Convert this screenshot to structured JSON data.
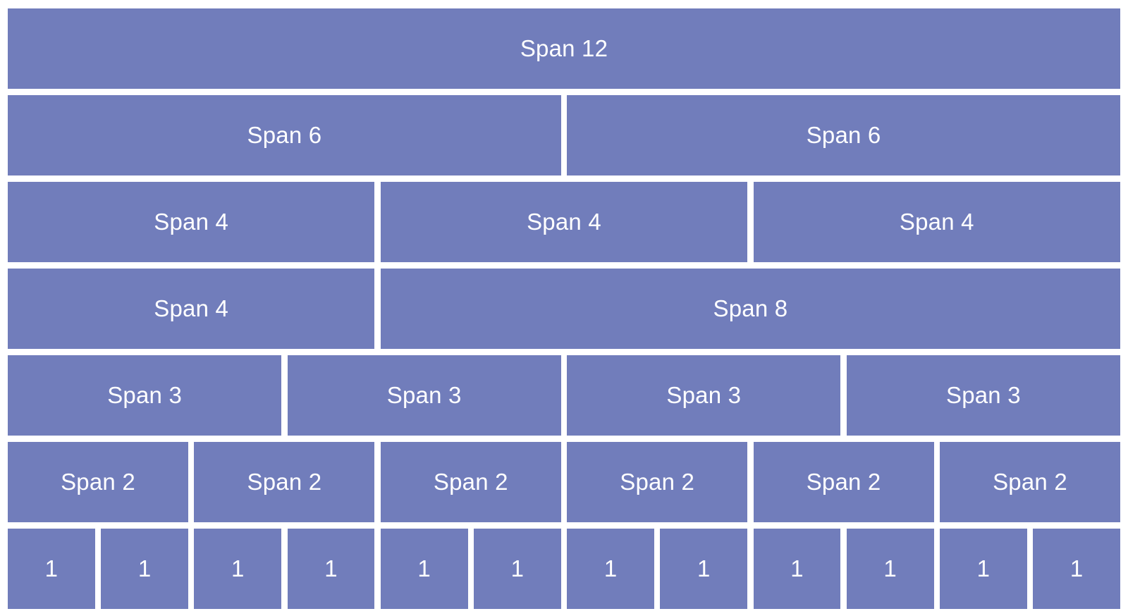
{
  "colors": {
    "cell_background": "#717dbb",
    "cell_text": "#ffffff",
    "page_background": "#ffffff"
  },
  "rows": [
    {
      "cells": [
        {
          "label": "Span 12",
          "span": 12
        }
      ]
    },
    {
      "cells": [
        {
          "label": "Span 6",
          "span": 6
        },
        {
          "label": "Span 6",
          "span": 6
        }
      ]
    },
    {
      "cells": [
        {
          "label": "Span 4",
          "span": 4
        },
        {
          "label": "Span 4",
          "span": 4
        },
        {
          "label": "Span 4",
          "span": 4
        }
      ]
    },
    {
      "cells": [
        {
          "label": "Span 4",
          "span": 4
        },
        {
          "label": "Span 8",
          "span": 8
        }
      ]
    },
    {
      "cells": [
        {
          "label": "Span 3",
          "span": 3
        },
        {
          "label": "Span 3",
          "span": 3
        },
        {
          "label": "Span 3",
          "span": 3
        },
        {
          "label": "Span 3",
          "span": 3
        }
      ]
    },
    {
      "cells": [
        {
          "label": "Span 2",
          "span": 2
        },
        {
          "label": "Span 2",
          "span": 2
        },
        {
          "label": "Span 2",
          "span": 2
        },
        {
          "label": "Span 2",
          "span": 2
        },
        {
          "label": "Span 2",
          "span": 2
        },
        {
          "label": "Span 2",
          "span": 2
        }
      ]
    },
    {
      "cells": [
        {
          "label": "1",
          "span": 1
        },
        {
          "label": "1",
          "span": 1
        },
        {
          "label": "1",
          "span": 1
        },
        {
          "label": "1",
          "span": 1
        },
        {
          "label": "1",
          "span": 1
        },
        {
          "label": "1",
          "span": 1
        },
        {
          "label": "1",
          "span": 1
        },
        {
          "label": "1",
          "span": 1
        },
        {
          "label": "1",
          "span": 1
        },
        {
          "label": "1",
          "span": 1
        },
        {
          "label": "1",
          "span": 1
        },
        {
          "label": "1",
          "span": 1
        }
      ]
    }
  ]
}
